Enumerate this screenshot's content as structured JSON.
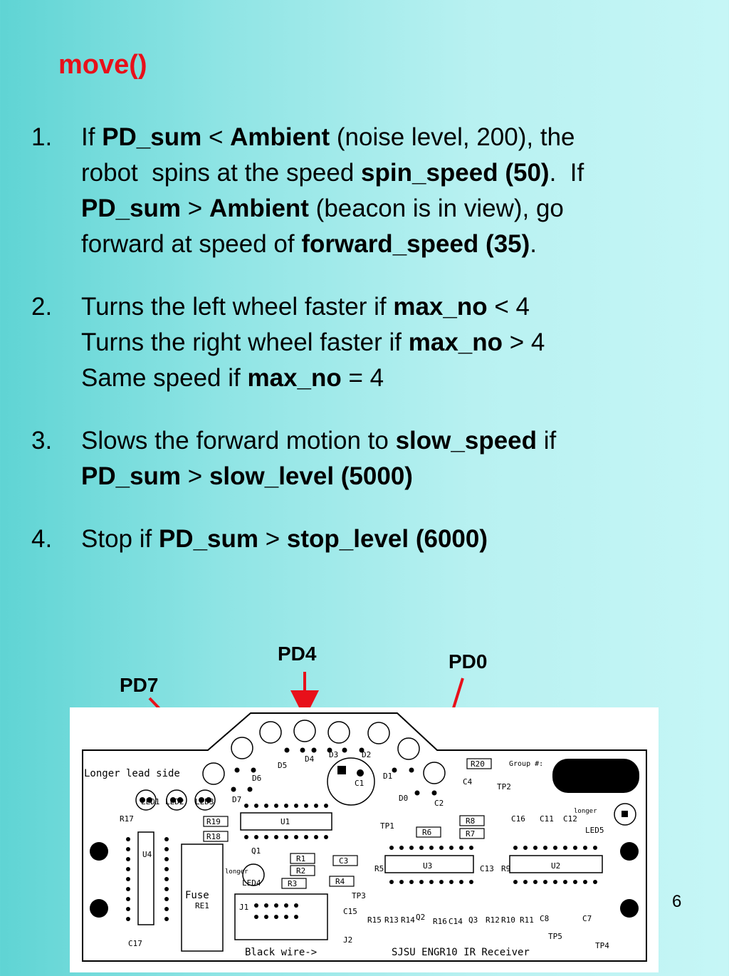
{
  "title": "move()",
  "items": [
    {
      "number": "1.",
      "lines": [
        [
          {
            "t": "If ",
            "b": false
          },
          {
            "t": "PD_sum",
            "b": true
          },
          {
            "t": " < ",
            "b": false
          },
          {
            "t": "Ambient",
            "b": true
          },
          {
            "t": " (noise level, 200), the",
            "b": false
          }
        ],
        [
          {
            "t": "robot  spins at the speed ",
            "b": false
          },
          {
            "t": "spin_speed (50)",
            "b": true
          },
          {
            "t": ".  If",
            "b": false
          }
        ],
        [
          {
            "t": "PD_sum",
            "b": true
          },
          {
            "t": " > ",
            "b": false
          },
          {
            "t": "Ambient",
            "b": true
          },
          {
            "t": " (beacon is in view), go",
            "b": false
          }
        ],
        [
          {
            "t": "forward at speed of ",
            "b": false
          },
          {
            "t": "forward_speed (35)",
            "b": true
          },
          {
            "t": ".",
            "b": false
          }
        ]
      ]
    },
    {
      "number": "2.",
      "lines": [
        [
          {
            "t": "Turns the left wheel faster if ",
            "b": false
          },
          {
            "t": "max_no",
            "b": true
          },
          {
            "t": " < 4",
            "b": false
          }
        ],
        [
          {
            "t": "Turns the right wheel faster if ",
            "b": false
          },
          {
            "t": "max_no",
            "b": true
          },
          {
            "t": " > 4",
            "b": false
          }
        ],
        [
          {
            "t": "Same speed if ",
            "b": false
          },
          {
            "t": "max_no",
            "b": true
          },
          {
            "t": " = 4",
            "b": false
          }
        ]
      ]
    },
    {
      "number": "3.",
      "lines": [
        [
          {
            "t": "Slows the forward motion to ",
            "b": false
          },
          {
            "t": "slow_speed",
            "b": true
          },
          {
            "t": " if",
            "b": false
          }
        ],
        [
          {
            "t": "PD_sum",
            "b": true
          },
          {
            "t": " > ",
            "b": false
          },
          {
            "t": "slow_level (5000)",
            "b": true
          }
        ]
      ]
    },
    {
      "number": "4.",
      "lines": [
        [
          {
            "t": "Stop if ",
            "b": false
          },
          {
            "t": "PD_sum",
            "b": true
          },
          {
            "t": " > ",
            "b": false
          },
          {
            "t": "stop_level (6000)",
            "b": true
          }
        ]
      ]
    }
  ],
  "labels": {
    "pd4": "PD4",
    "pd0": "PD0",
    "pd7": "PD7"
  },
  "page_number": "6",
  "pcb": {
    "longer_lead_side": "Longer lead side",
    "group": "Group #:",
    "board_name": "SJSU ENGR10 IR Receiver",
    "black_wire": "Black wire->",
    "fuse": "Fuse",
    "longer": "longer",
    "parts": [
      "D5",
      "D4",
      "D3",
      "D2",
      "D6",
      "D1",
      "D7",
      "D0",
      "C1",
      "C2",
      "C4",
      "R20",
      "TP2",
      "LED1",
      "LED2",
      "LED3",
      "R17",
      "R19",
      "R18",
      "U1",
      "U4",
      "Q1",
      "R1",
      "R2",
      "R3",
      "R4",
      "C3",
      "R5",
      "TP1",
      "R6",
      "R7",
      "R8",
      "U3",
      "U2",
      "C13",
      "R9",
      "C16",
      "C11",
      "C12",
      "LED5",
      "LED4",
      "RE1",
      "J1",
      "C15",
      "TP3",
      "R15",
      "R13",
      "R14",
      "Q2",
      "R16",
      "C14",
      "Q3",
      "R12",
      "R10",
      "R11",
      "C8",
      "C7",
      "TP5",
      "TP4",
      "J2",
      "C17"
    ]
  },
  "colors": {
    "title": "#e8101a",
    "arrow": "#e8101a",
    "bg_left": "#5fd4d4",
    "bg_right": "#c6f6f6"
  }
}
